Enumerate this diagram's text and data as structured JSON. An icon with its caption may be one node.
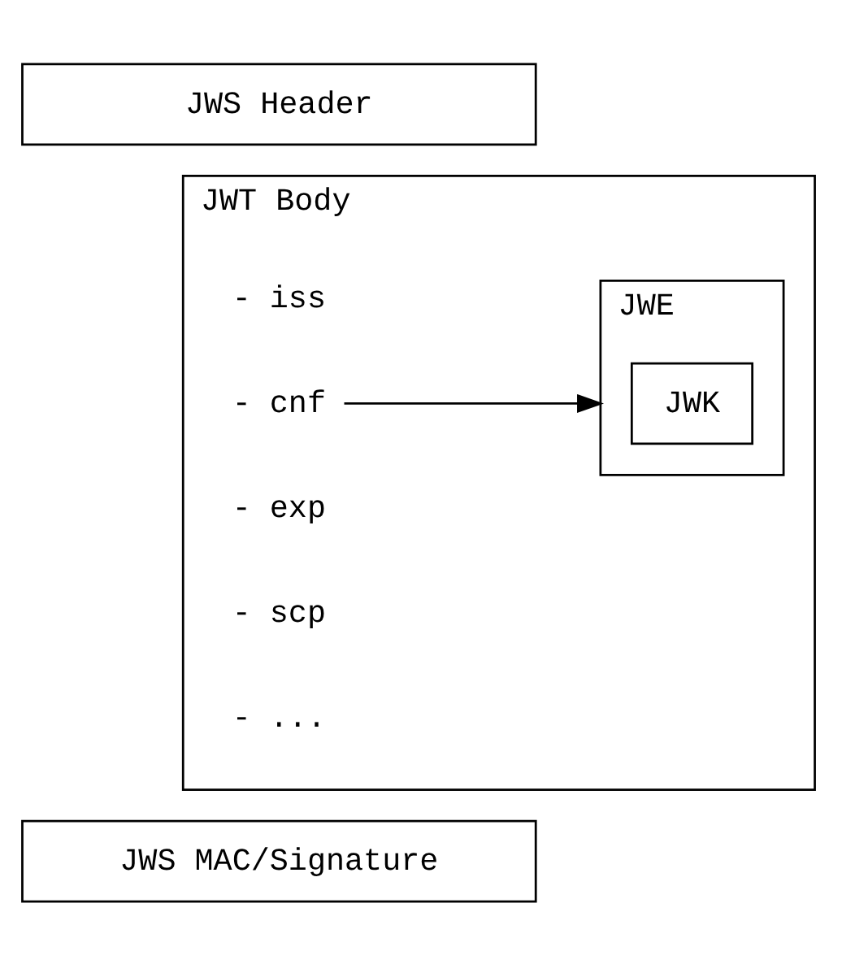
{
  "diagram": {
    "nodes": [
      {
        "text": [
          "JWS Header"
        ]
      },
      {
        "text": [
          "JWT Body"
        ]
      },
      {
        "text": [
          "- iss"
        ],
        "in": 1
      },
      {
        "text": [
          "- cnf"
        ],
        "in": 1
      },
      {
        "text": [
          "- exp"
        ],
        "in": 1
      },
      {
        "text": [
          "- scp"
        ],
        "in": 1
      },
      {
        "text": [
          "- ..."
        ],
        "in": 1
      },
      {
        "text": [
          "JWE"
        ],
        "in": 1
      },
      {
        "text": [
          "JWK"
        ],
        "in": 7
      },
      {
        "text": [
          "JWS MAC/Signature"
        ]
      }
    ],
    "edges": [
      {
        "from": 3,
        "to": 7,
        "arrow": "to"
      }
    ]
  }
}
